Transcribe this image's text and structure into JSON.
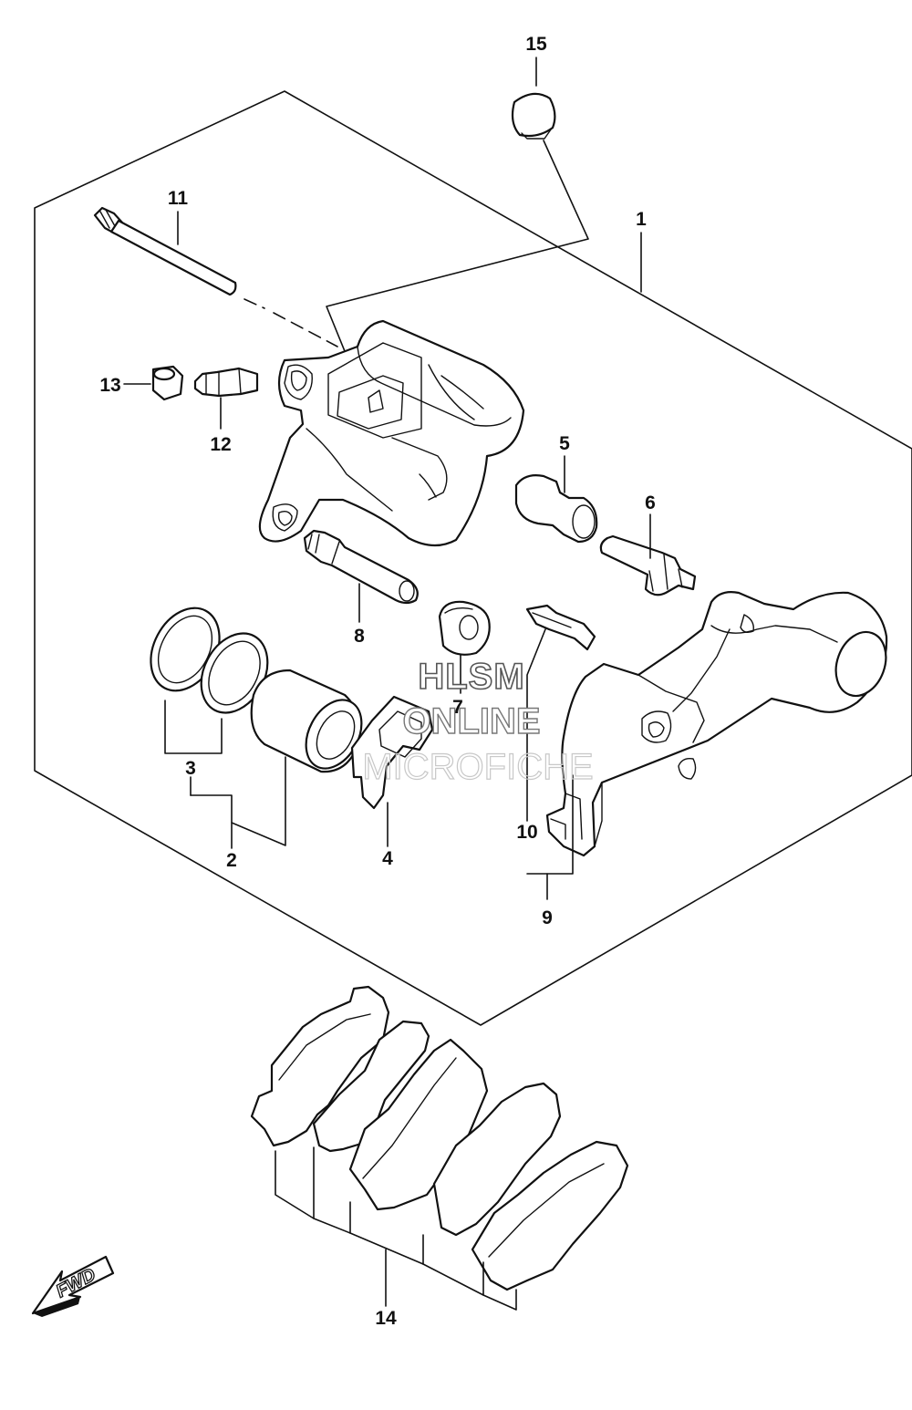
{
  "diagram": {
    "callouts": [
      {
        "id": "1",
        "label": "1"
      },
      {
        "id": "2",
        "label": "2"
      },
      {
        "id": "3",
        "label": "3"
      },
      {
        "id": "4",
        "label": "4"
      },
      {
        "id": "5",
        "label": "5"
      },
      {
        "id": "6",
        "label": "6"
      },
      {
        "id": "7",
        "label": "7"
      },
      {
        "id": "8",
        "label": "8"
      },
      {
        "id": "9",
        "label": "9"
      },
      {
        "id": "10",
        "label": "10"
      },
      {
        "id": "11",
        "label": "11"
      },
      {
        "id": "12",
        "label": "12"
      },
      {
        "id": "13",
        "label": "13"
      },
      {
        "id": "14",
        "label": "14"
      },
      {
        "id": "15",
        "label": "15"
      }
    ],
    "direction_arrow": {
      "label": "FWD",
      "icon": "fwd-arrow-icon"
    },
    "watermark": {
      "line1": "HLSM",
      "line2": "ONLINE",
      "line3": "MICROFICHE"
    }
  }
}
